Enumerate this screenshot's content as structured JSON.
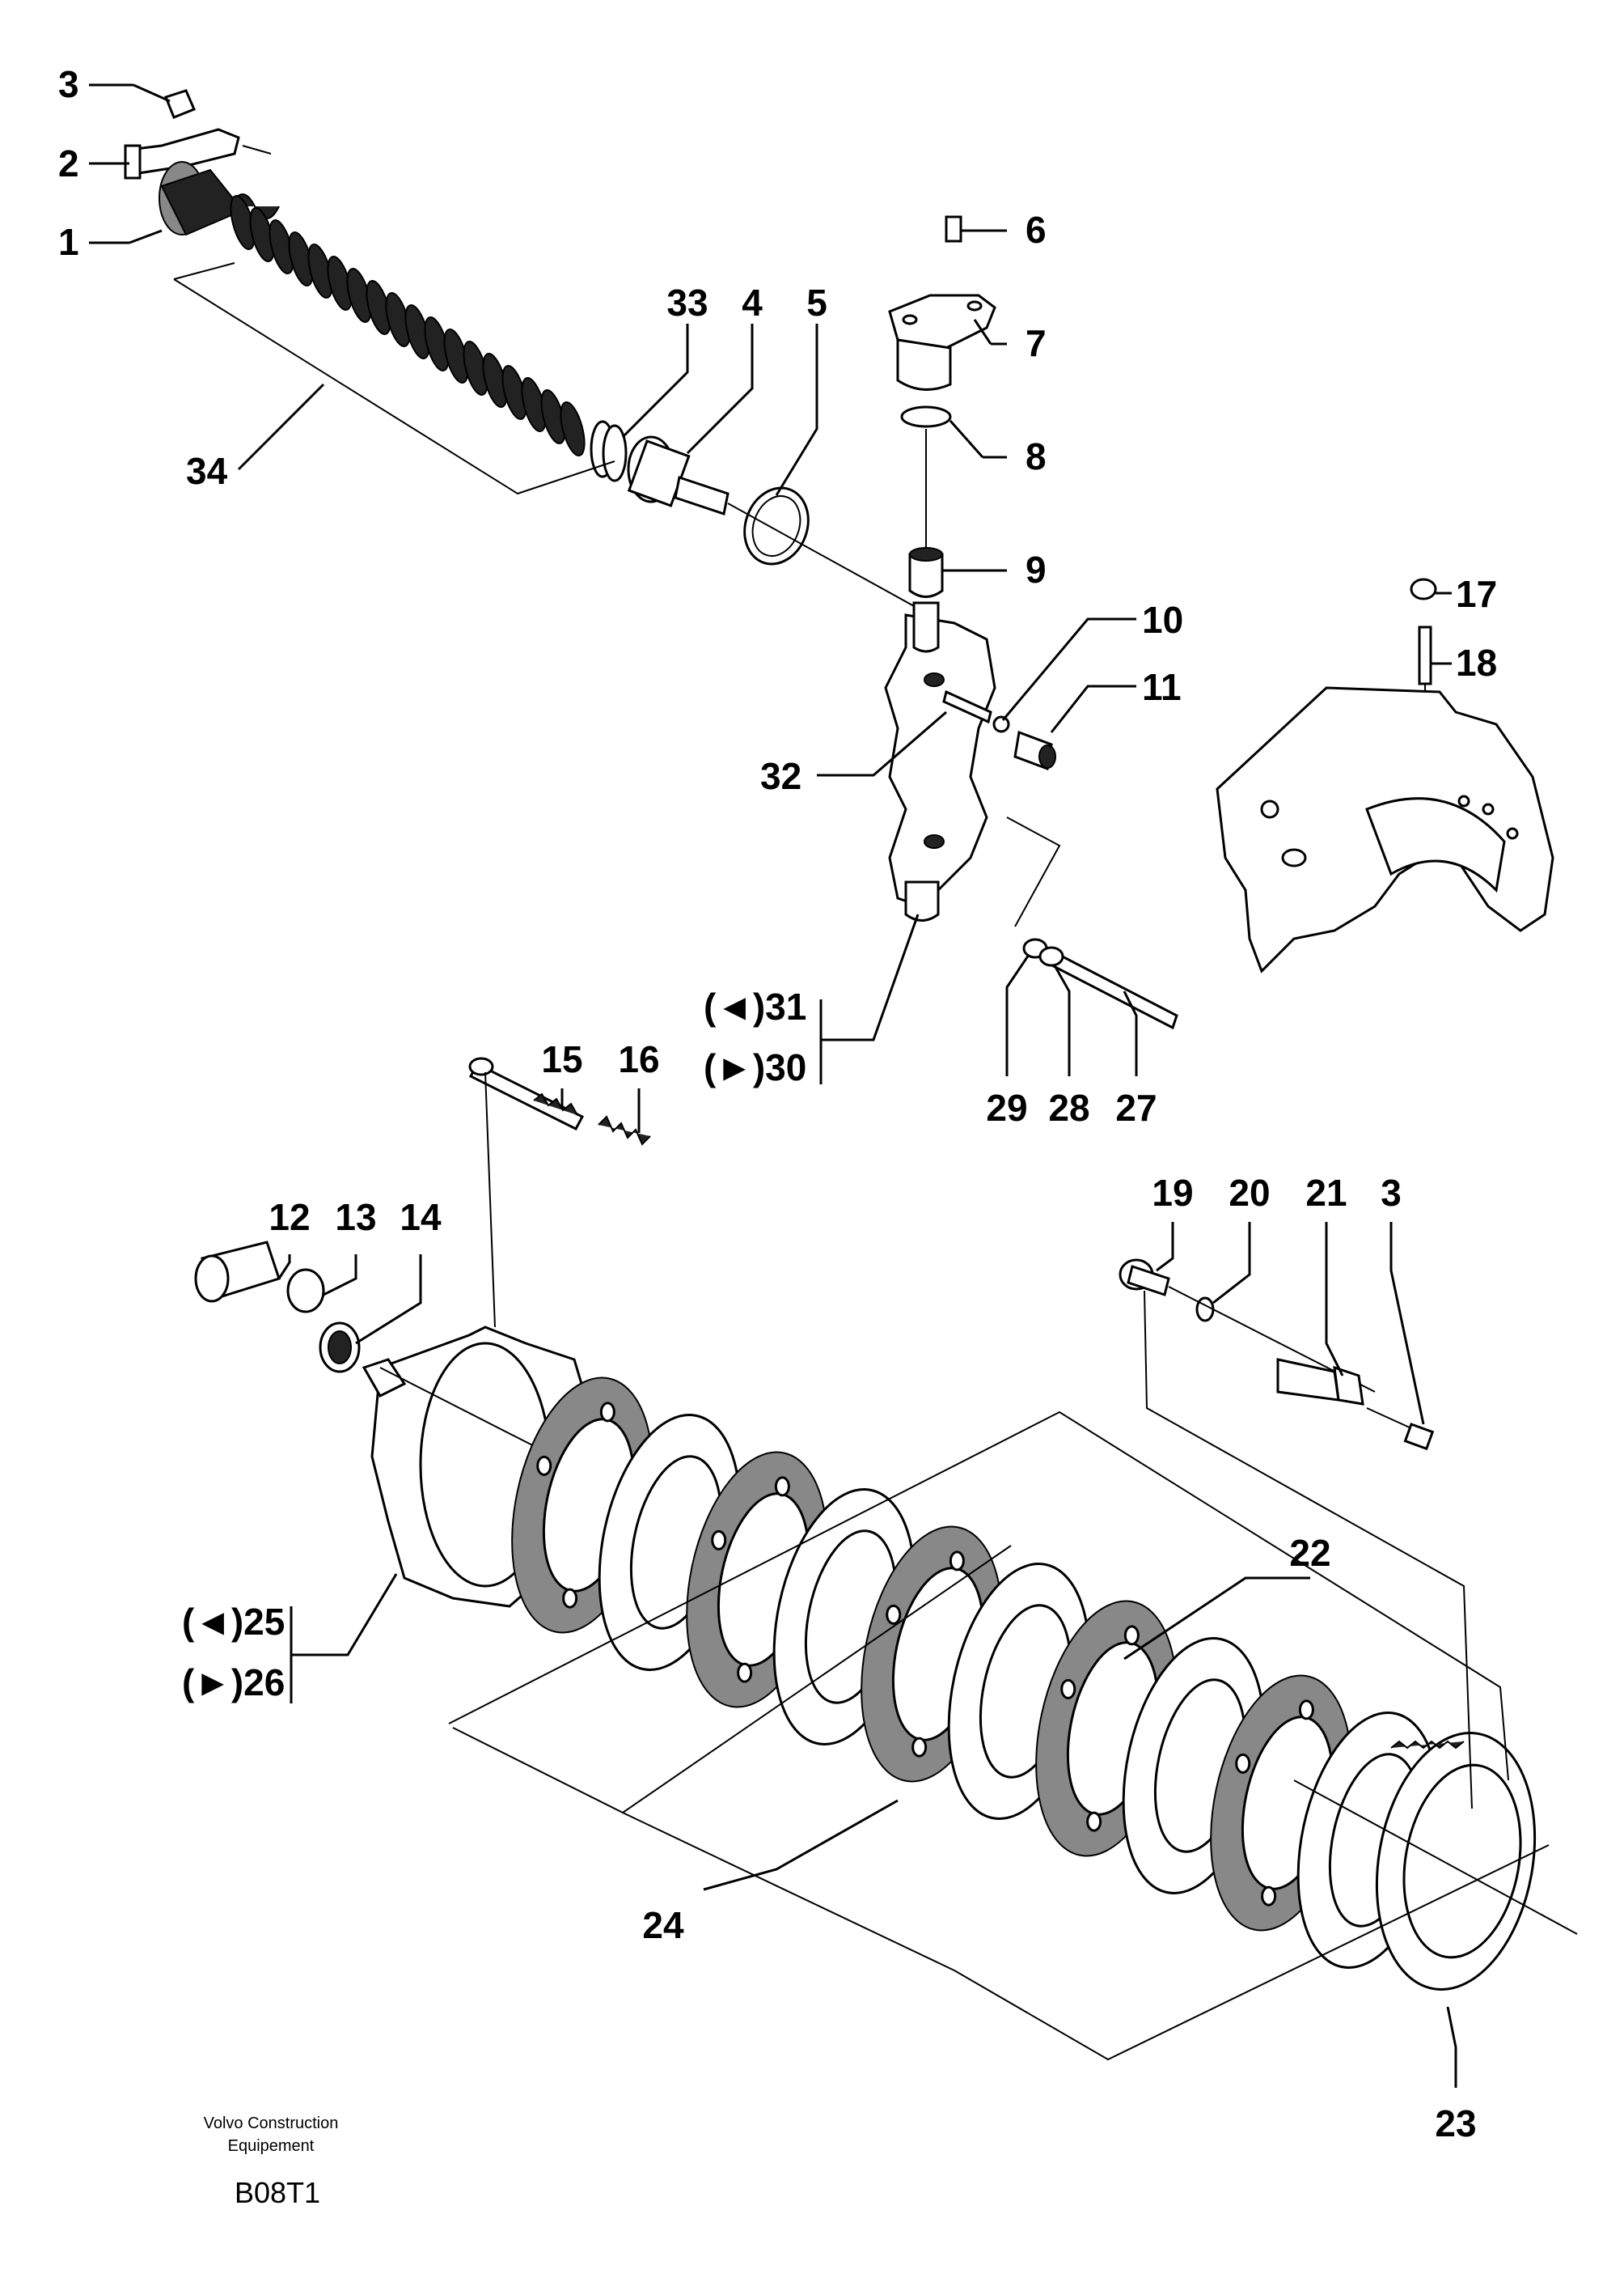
{
  "diagram": {
    "callouts": [
      {
        "id": "c1",
        "text": "1"
      },
      {
        "id": "c2",
        "text": "2"
      },
      {
        "id": "c3a",
        "text": "3"
      },
      {
        "id": "c4",
        "text": "4"
      },
      {
        "id": "c5",
        "text": "5"
      },
      {
        "id": "c6",
        "text": "6"
      },
      {
        "id": "c7",
        "text": "7"
      },
      {
        "id": "c8",
        "text": "8"
      },
      {
        "id": "c9",
        "text": "9"
      },
      {
        "id": "c10",
        "text": "10"
      },
      {
        "id": "c11",
        "text": "11"
      },
      {
        "id": "c12",
        "text": "12"
      },
      {
        "id": "c13",
        "text": "13"
      },
      {
        "id": "c14",
        "text": "14"
      },
      {
        "id": "c15",
        "text": "15"
      },
      {
        "id": "c16",
        "text": "16"
      },
      {
        "id": "c17",
        "text": "17"
      },
      {
        "id": "c18",
        "text": "18"
      },
      {
        "id": "c19",
        "text": "19"
      },
      {
        "id": "c20",
        "text": "20"
      },
      {
        "id": "c21",
        "text": "21"
      },
      {
        "id": "c3b",
        "text": "3"
      },
      {
        "id": "c22",
        "text": "22"
      },
      {
        "id": "c23",
        "text": "23"
      },
      {
        "id": "c24",
        "text": "24"
      },
      {
        "id": "c25",
        "text": "(◄)25"
      },
      {
        "id": "c26",
        "text": "(►)26"
      },
      {
        "id": "c27",
        "text": "27"
      },
      {
        "id": "c28",
        "text": "28"
      },
      {
        "id": "c29",
        "text": "29"
      },
      {
        "id": "c30",
        "text": "(►)30"
      },
      {
        "id": "c31",
        "text": "(◄)31"
      },
      {
        "id": "c32",
        "text": "32"
      },
      {
        "id": "c33",
        "text": "33"
      },
      {
        "id": "c34",
        "text": "34"
      }
    ],
    "footer": {
      "company_line1": "Volvo Construction",
      "company_line2": "Equipement",
      "code": "B08T1"
    }
  }
}
